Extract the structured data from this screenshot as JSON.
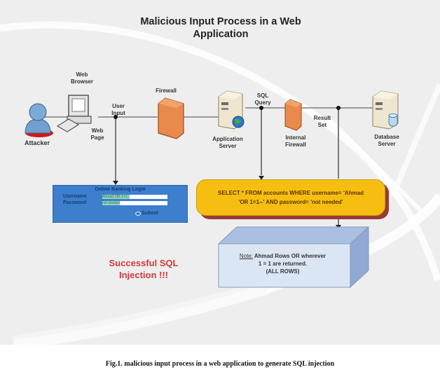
{
  "figure": {
    "title_line1": "Malicious Input Process in a Web",
    "title_line2": "Application",
    "caption": "Fig.1. malicious input process in a web application  to generate SQL injection"
  },
  "nodes": {
    "attacker": "Attacker",
    "web_browser": "Web Browser",
    "web_page": "Web Page",
    "user_input": "User Input",
    "firewall": "Firewall",
    "application_server": "Application Server",
    "sql_query": "SQL Query",
    "internal_firewall": "Internal Firewall",
    "result_set": "Result Set",
    "database_server": "Database Server"
  },
  "login_form": {
    "title": "Online Banking Login",
    "username_label": "Username",
    "username_value": "Ahmad' OR 1=1--",
    "password_label": "Password",
    "password_value": "not needed",
    "submit_label": "Submit"
  },
  "sql_box": {
    "line1": "SELECT * FROM accounts WHERE username= 'Ahmad",
    "line2": "'OR 1=1--' AND password= 'not needed'"
  },
  "note_box": {
    "prefix": "Note:",
    "line1": " Ahmad Rows OR wherever",
    "line2": "1 = 1 are returned.",
    "line3": "(ALL ROWS)"
  },
  "result_banner": {
    "line1": "Successful SQL",
    "line2": "Injection !!!"
  },
  "colors": {
    "background": "#eeeeee",
    "login_box": "#3d7fcc",
    "sql_box": "#f7be12",
    "sql_shadow": "#9a3a35",
    "note_box": "#dbe6f5",
    "success_text": "#d2393f",
    "firewall": "#e98a4c"
  }
}
